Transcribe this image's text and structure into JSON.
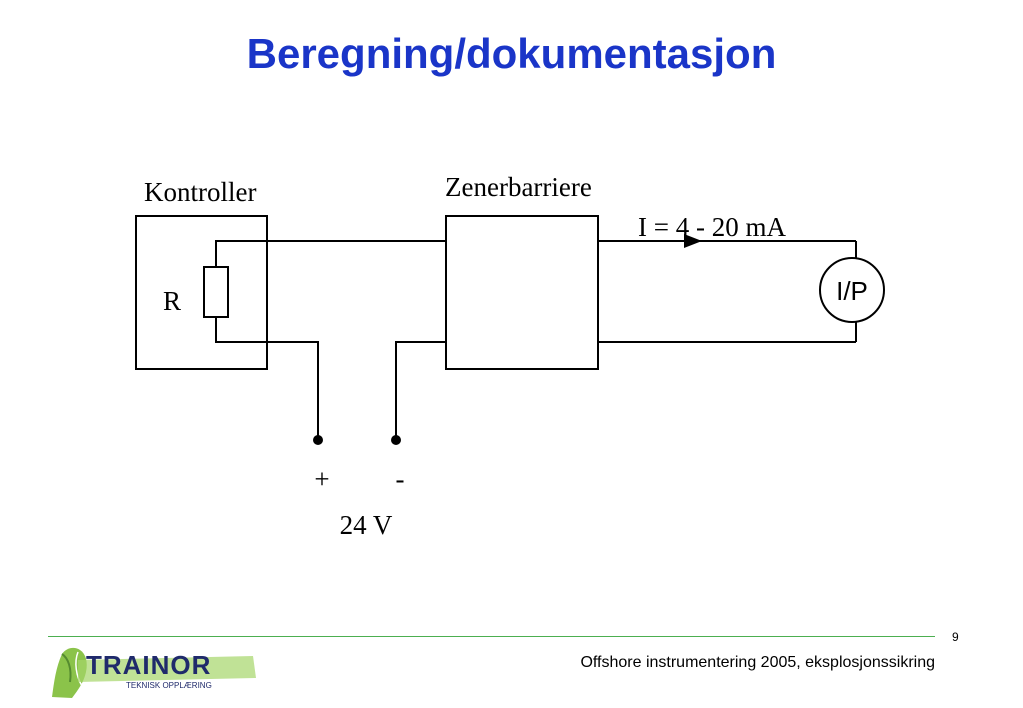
{
  "slide": {
    "title": "Beregning/dokumentasjon",
    "page_number": "9",
    "footer": "Offshore instrumentering 2005, eksplosjonssikring"
  },
  "diagram": {
    "controller_label": "Kontroller",
    "resistor_label": "R",
    "barrier_label": "Zenerbarriere",
    "current_label": "I = 4 - 20 mA",
    "converter_label": "I/P",
    "plus_label": "+",
    "minus_label": "-",
    "supply_label": "24 V"
  },
  "logo": {
    "name": "TRAINOR",
    "tagline": "TEKNISK OPPLÆRING",
    "colors": {
      "green": "#7cb342",
      "navy": "#1f2a6b"
    }
  },
  "colors": {
    "title": "#1a35c8",
    "rule": "#4caf50",
    "line": "#000000"
  }
}
